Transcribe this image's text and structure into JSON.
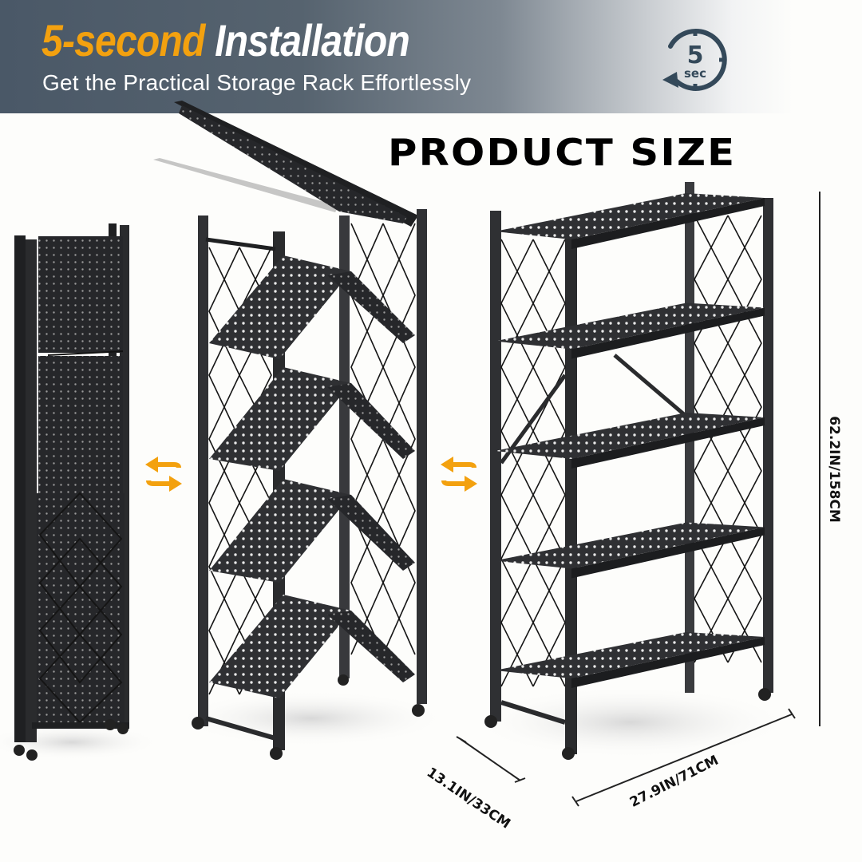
{
  "banner": {
    "title_accent": "5-second",
    "title_rest": "Installation",
    "subtitle": "Get the Practical Storage Rack Effortlessly",
    "timer_icon": {
      "number": "5",
      "unit": "sec"
    }
  },
  "heading": "PRODUCT SIZE",
  "dimensions": {
    "height": "62.2IN/158CM",
    "depth": "13.1IN/33CM",
    "width": "27.9IN/71CM"
  },
  "racks": [
    {
      "state": "folded",
      "label": "folded-rack"
    },
    {
      "state": "unfolding",
      "label": "unfolding-rack"
    },
    {
      "state": "assembled",
      "label": "assembled-rack",
      "tiers": 5
    }
  ],
  "icons": {
    "swap_arrows": "swap-arrows-icon",
    "timer": "timer-5-sec-icon"
  },
  "colors": {
    "accent": "#f3a10f",
    "banner_dark": "#4a5867",
    "icon_dark": "#34495a",
    "rack": "#2b2c2e"
  }
}
